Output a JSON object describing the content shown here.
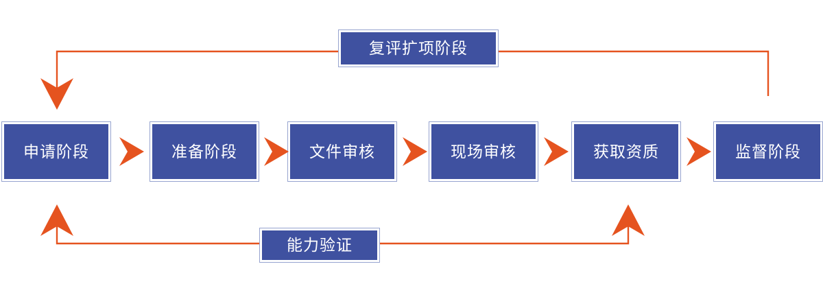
{
  "diagram": {
    "title": "",
    "colors": {
      "box_fill": "#3f51a0",
      "box_border": "#96a3cf",
      "box_text": "#ffffff",
      "arrow": "#e5531f",
      "background": "#ffffff"
    },
    "stages": [
      {
        "id": "application",
        "label": "申请阶段"
      },
      {
        "id": "preparation",
        "label": "准备阶段"
      },
      {
        "id": "document-review",
        "label": "文件审核"
      },
      {
        "id": "onsite-review",
        "label": "现场审核"
      },
      {
        "id": "obtain-qualification",
        "label": "获取资质"
      },
      {
        "id": "supervision",
        "label": "监督阶段"
      }
    ],
    "connectors": [
      {
        "id": "chevron-0",
        "icon": "chevron-right-icon"
      },
      {
        "id": "chevron-1",
        "icon": "chevron-right-icon"
      },
      {
        "id": "chevron-2",
        "icon": "chevron-right-icon"
      },
      {
        "id": "chevron-3",
        "icon": "chevron-right-icon"
      },
      {
        "id": "chevron-4",
        "icon": "chevron-right-icon"
      }
    ],
    "feedback_top": {
      "id": "reassessment-expansion",
      "label": "复评扩项阶段",
      "from": "supervision",
      "to": "application"
    },
    "feedback_bottom": {
      "id": "proficiency-testing",
      "label": "能力验证",
      "from": "obtain-qualification",
      "to": "application"
    }
  }
}
